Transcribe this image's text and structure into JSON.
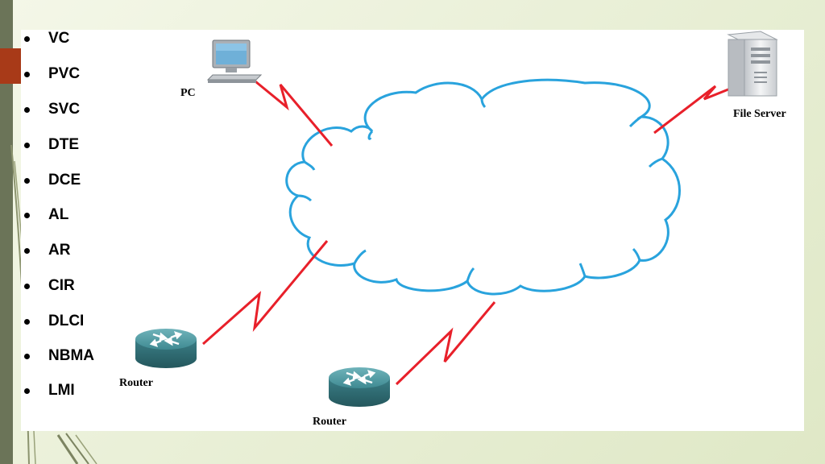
{
  "bullets": [
    "VC",
    "PVC",
    "SVC",
    "DTE",
    "DCE",
    "AL",
    "AR",
    "CIR",
    "DLCI",
    "NBMA",
    "LMI"
  ],
  "labels": {
    "pc": "PC",
    "file_server": "File Server",
    "router_left": "Router",
    "router_bottom": "Router"
  },
  "colors": {
    "cloud": "#29a3dd",
    "link": "#e8202a",
    "router": "#3f8a92",
    "left_band": "#6b7458",
    "accent_tab": "#a83a18"
  },
  "icons": {
    "pc": "desktop-computer-icon",
    "server": "server-tower-icon",
    "router": "router-icon"
  }
}
